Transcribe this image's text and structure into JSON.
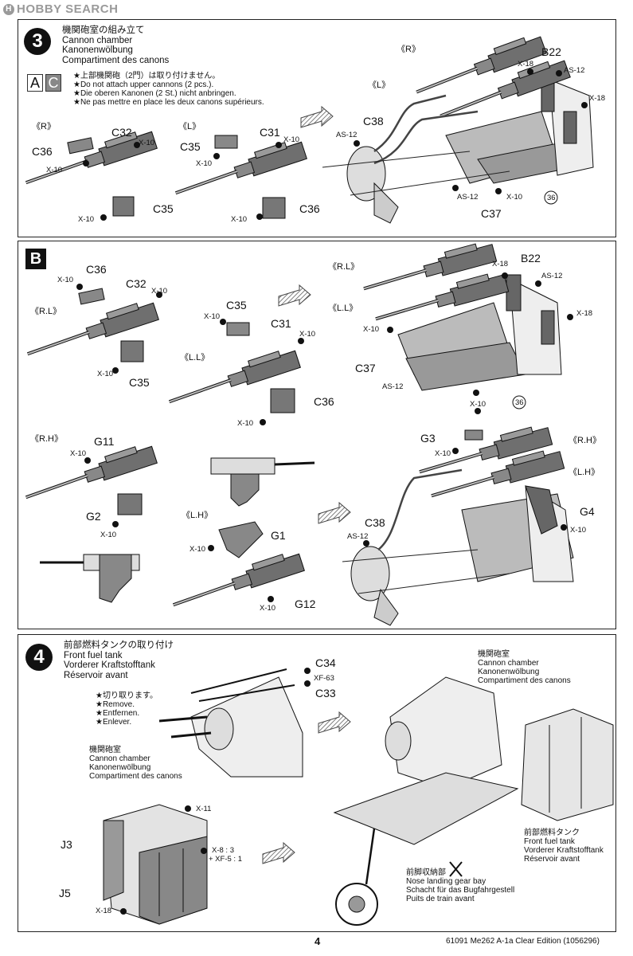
{
  "watermark": {
    "brand": "HOBBY SEARCH"
  },
  "step3": {
    "number": "3",
    "title_jp": "機関砲室の組み立て",
    "title_en": "Cannon chamber",
    "title_de": "Kanonenwölbung",
    "title_fr": "Compartiment des canons",
    "variant_badges": [
      "A",
      "C"
    ],
    "notes": [
      "★上部機関砲（2門）は取り付けません。",
      "★Do not attach upper cannons (2 pcs.).",
      "★Die oberen Kanonen (2 St.) nicht anbringen.",
      "★Ne pas mettre en place les deux canons supérieurs."
    ]
  },
  "stepB": {
    "badge": "B"
  },
  "step4": {
    "number": "4",
    "title_jp": "前部燃料タンクの取り付け",
    "title_en": "Front fuel tank",
    "title_de": "Vorderer Kraftstofftank",
    "title_fr": "Réservoir avant",
    "remove_notes": [
      "★切り取ります。",
      "★Remove.",
      "★Entfernen.",
      "★Enlever."
    ],
    "cannon_chamber": [
      "機関砲室",
      "Cannon chamber",
      "Kanonenwölbung",
      "Compartiment des canons"
    ],
    "fuel_tank": [
      "前部燃料タンク",
      "Front fuel tank",
      "Vorderer Kraftstofftank",
      "Réservoir avant"
    ],
    "gear_bay": [
      "前脚収納部",
      "Nose landing gear bay",
      "Schacht für das Bugfahrgestell",
      "Puits de train avant"
    ]
  },
  "labels": {
    "R": "《R》",
    "L": "《L》",
    "RL": "《R.L》",
    "LL": "《L.L》",
    "RH": "《R.H》",
    "LH": "《L.H》",
    "C31": "C31",
    "C32": "C32",
    "C33": "C33",
    "C34": "C34",
    "C35": "C35",
    "C36": "C36",
    "C37": "C37",
    "C38": "C38",
    "B22": "B22",
    "G1": "G1",
    "G2": "G2",
    "G3": "G3",
    "G4": "G4",
    "G11": "G11",
    "G12": "G12",
    "J3": "J3",
    "J5": "J5",
    "X10": "X-10",
    "X18": "X-18",
    "X11": "X-11",
    "AS12": "AS-12",
    "XF63": "XF-63",
    "mix1": "X-8 : 3",
    "mix2": "+ XF-5 : 1",
    "ref36": "36"
  },
  "footer": {
    "page": "4",
    "product": "61091  Me262 A-1a Clear Edition (1056296)"
  }
}
